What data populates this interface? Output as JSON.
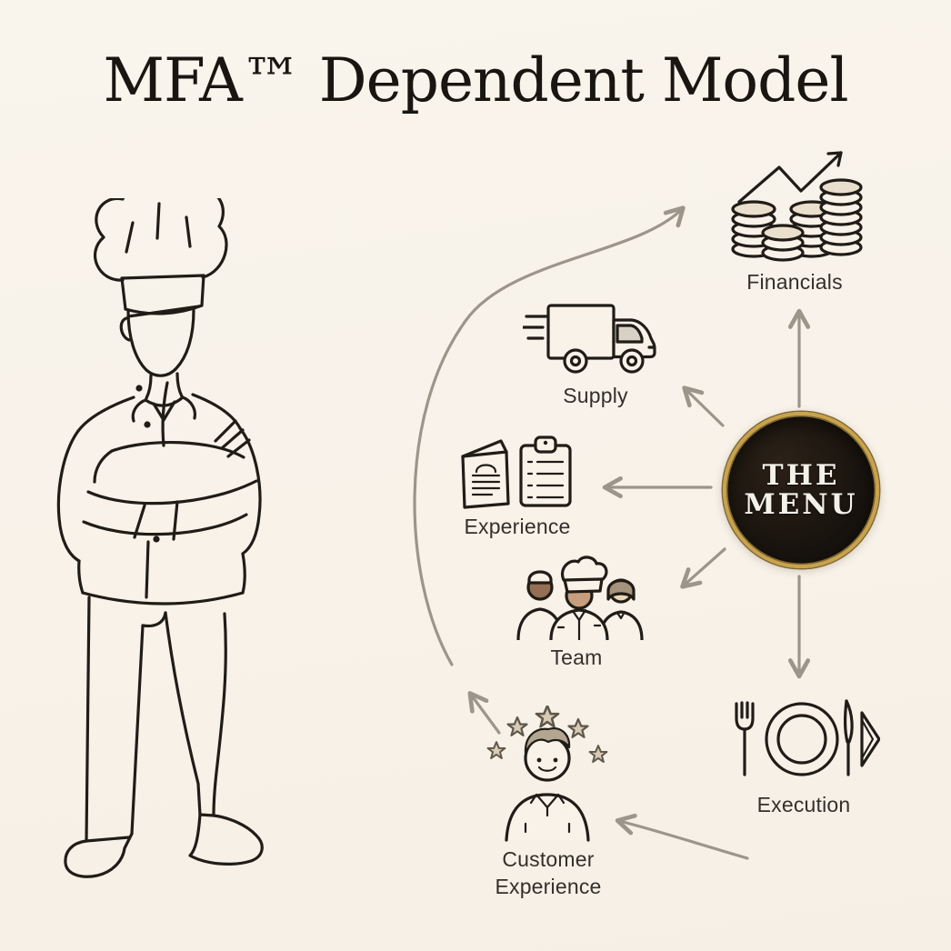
{
  "title": "MFA™ Dependent Model",
  "center_badge": {
    "line1": "THE",
    "line2": "MENU"
  },
  "nodes": {
    "financials": {
      "label": "Financials",
      "icon": "coins-growth-icon"
    },
    "supply": {
      "label": "Supply",
      "icon": "delivery-truck-icon"
    },
    "experience": {
      "label": "Experience",
      "icon": "menu-and-clipboard-icon"
    },
    "team": {
      "label": "Team",
      "icon": "kitchen-team-icon"
    },
    "customer_experience": {
      "line1": "Customer",
      "line2": "Experience",
      "icon": "customer-stars-icon"
    },
    "execution": {
      "label": "Execution",
      "icon": "place-setting-icon"
    }
  },
  "left_figure": {
    "icon": "chef-illustration"
  },
  "colors": {
    "background_top": "#f9f4ec",
    "background_bottom": "#f6efe5",
    "icon_bg": "#f8f2e9",
    "line_art": "#201c17",
    "arrow": "#9b958a",
    "menu_circle_fill": "#16120d",
    "menu_ring_gold": "#c9a24b",
    "menu_text": "#f4f1e9",
    "coin_fill": "#e9dfcc",
    "window_fill": "#d8d2c6",
    "star_fill": "#d7cbb5",
    "skin_dark": "#946f54",
    "skin_medium": "#c79f7e",
    "skin_light": "#ead6b6",
    "hair_gray": "#a5927b",
    "hair_customer": "#b3a690",
    "title_color": "#191510",
    "label_color": "#33302b"
  }
}
